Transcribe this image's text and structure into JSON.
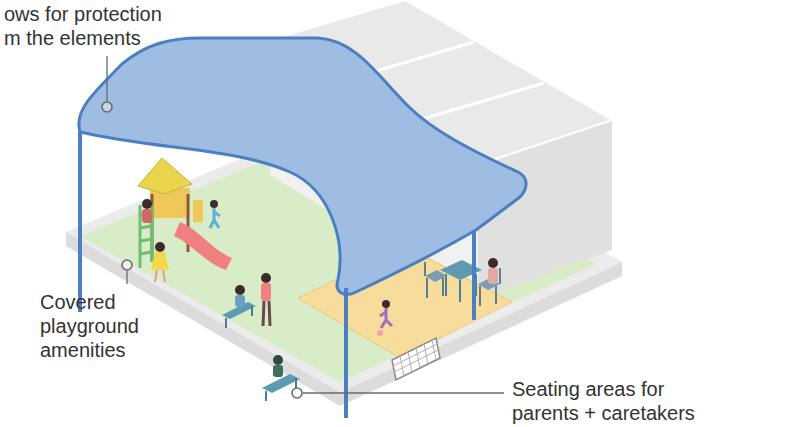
{
  "diagram": {
    "labels": [
      "ows for protection m the elements",
      "Covered playground amenities",
      "Seating areas for parents + caretakers"
    ]
  }
}
